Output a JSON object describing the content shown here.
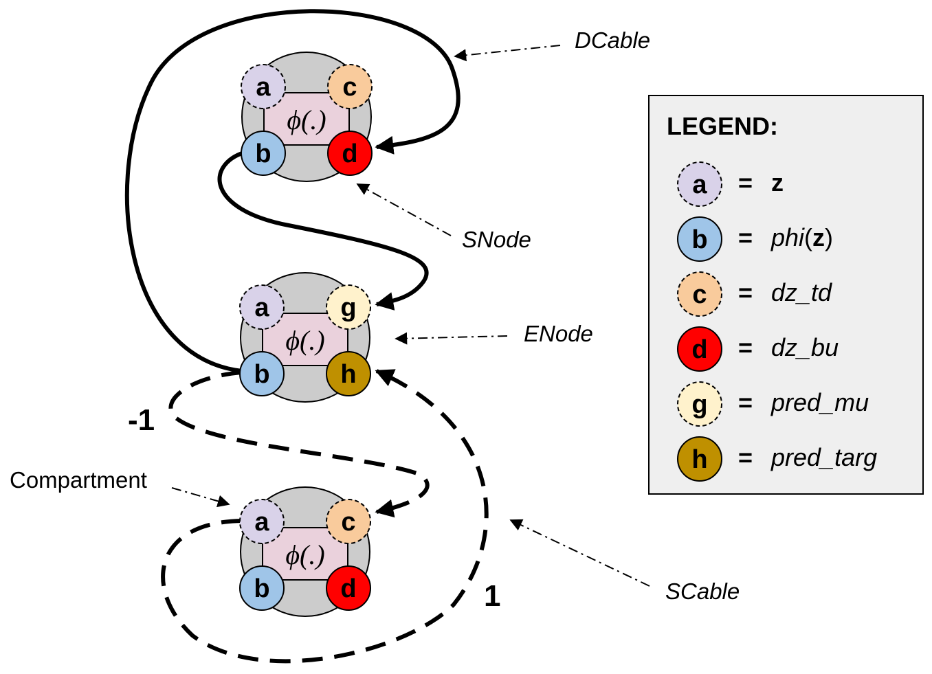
{
  "nodes": [
    {
      "id": "snode",
      "phi": "ϕ(.)",
      "ports": [
        "a",
        "c",
        "b",
        "d"
      ]
    },
    {
      "id": "enode",
      "phi": "ϕ(.)",
      "ports": [
        "a",
        "g",
        "b",
        "h"
      ]
    },
    {
      "id": "compartment",
      "phi": "ϕ(.)",
      "ports": [
        "a",
        "c",
        "b",
        "d"
      ]
    }
  ],
  "port_colors": {
    "a": "#d9d2e9",
    "b": "#9fc5e8",
    "c": "#f9cb9c",
    "d": "#ff0000",
    "g": "#fff2cc",
    "h": "#bf9000"
  },
  "callouts": {
    "dcable": "DCable",
    "snode": "SNode",
    "enode": "ENode",
    "compartment": "Compartment",
    "scable": "SCable"
  },
  "weights": {
    "minus_one": "-1",
    "one": "1"
  },
  "legend": {
    "title": "LEGEND:",
    "equals": "=",
    "entries": [
      {
        "port": "a",
        "parts": [
          {
            "text": "z",
            "style": "bold"
          }
        ]
      },
      {
        "port": "b",
        "parts": [
          {
            "text": "phi",
            "style": "italic"
          },
          {
            "text": "(",
            "style": "plain"
          },
          {
            "text": "z",
            "style": "bold"
          },
          {
            "text": ")",
            "style": "plain"
          }
        ]
      },
      {
        "port": "c",
        "parts": [
          {
            "text": "dz_td",
            "style": "italic"
          }
        ]
      },
      {
        "port": "d",
        "parts": [
          {
            "text": "dz_bu",
            "style": "italic"
          }
        ]
      },
      {
        "port": "g",
        "parts": [
          {
            "text": "pred_mu",
            "style": "italic"
          }
        ]
      },
      {
        "port": "h",
        "parts": [
          {
            "text": "pred_targ",
            "style": "italic"
          }
        ]
      }
    ]
  },
  "colors": {
    "node_fill": "#cccccc",
    "core_fill": "#ead1dc",
    "legend_fill": "#efefef",
    "stroke": "#000000"
  }
}
